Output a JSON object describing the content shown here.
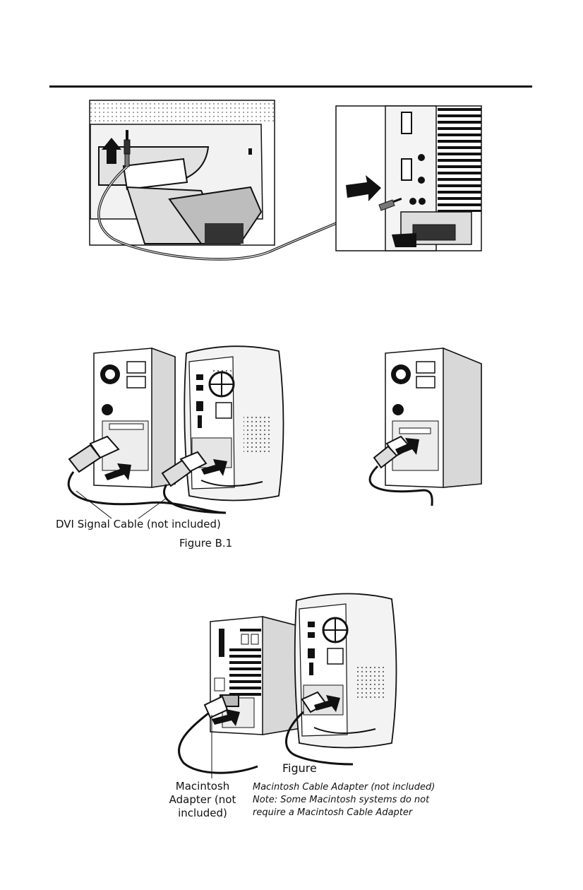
{
  "figure_top": {
    "icons": [
      "audio-plug-icon",
      "arrow-up-icon",
      "arrow-right-icon"
    ]
  },
  "figure_b1": {
    "cable_label": "DVI Signal Cable (not included)",
    "caption": "Figure B.1"
  },
  "figure_bottom": {
    "caption": "Figure",
    "adapter_label": "Macintosh Adapter (not included)",
    "note_lines": [
      "Macintosh Cable Adapter (not included)",
      "Note: Some Macintosh systems do not",
      "require a Macintosh Cable Adapter"
    ]
  },
  "colors": {
    "ink": "#111111",
    "paper": "#ffffff",
    "shade": "#d9d9d9"
  }
}
